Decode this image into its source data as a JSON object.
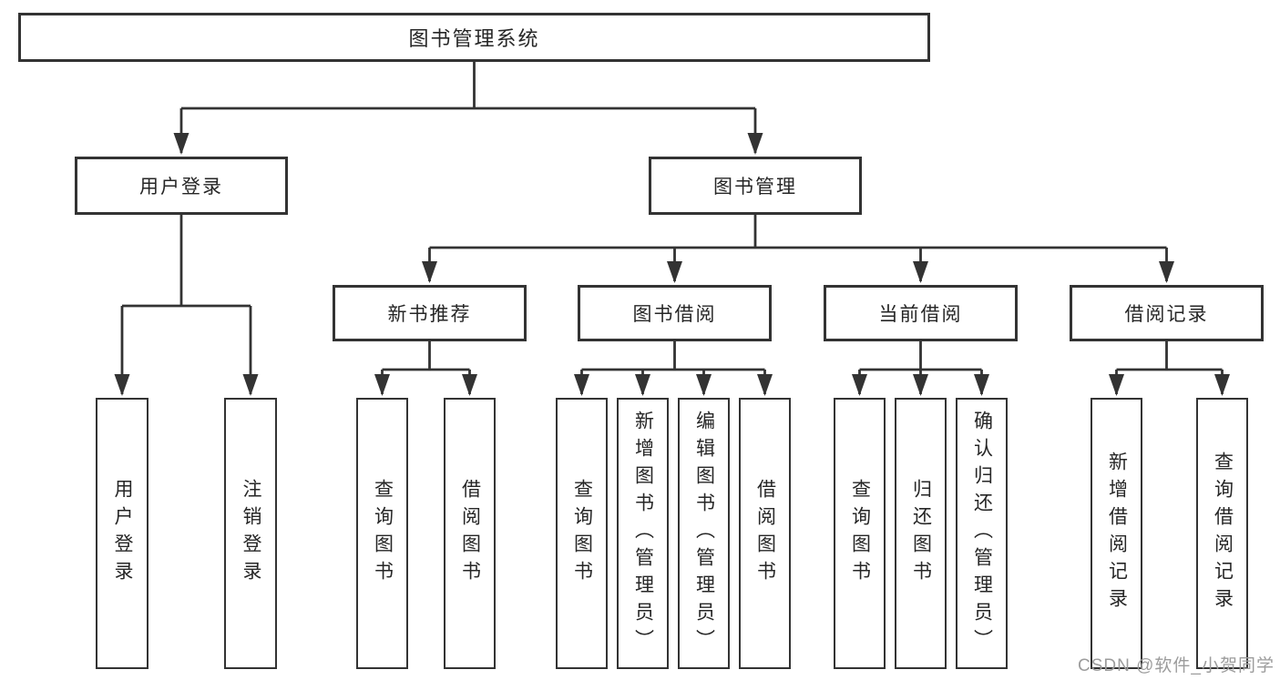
{
  "colors": {
    "line": "#333333",
    "text": "#262626",
    "watermark": "#9c9c9c",
    "background": "#ffffff"
  },
  "nodes": {
    "root": "图书管理系统",
    "branches": {
      "user_login": "用户登录",
      "book_management": "图书管理"
    },
    "modules": {
      "new_book_recommendation": "新书推荐",
      "book_borrowing": "图书借阅",
      "current_borrowing": "当前借阅",
      "borrowing_records": "借阅记录"
    },
    "leaves": {
      "user_login": [
        "用户登录",
        "注销登录"
      ],
      "new_book_recommendation": [
        "查询图书",
        "借阅图书"
      ],
      "book_borrowing": [
        "查询图书",
        "新增图书（管理员）",
        "编辑图书（管理员）",
        "借阅图书"
      ],
      "current_borrowing": [
        "查询图书",
        "归还图书",
        "确认归还（管理员）"
      ],
      "borrowing_records": [
        "新增借阅记录",
        "查询借阅记录"
      ]
    }
  },
  "watermark": "CSDN @软件_小贺同学"
}
